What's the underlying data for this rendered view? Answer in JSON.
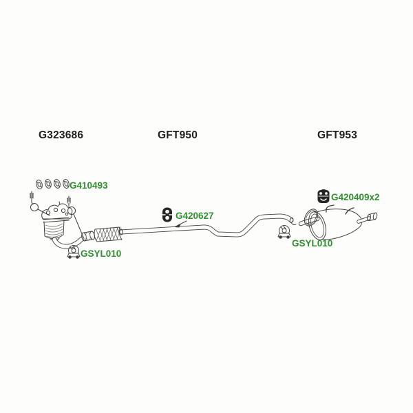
{
  "background": "#fdfdfc",
  "colors": {
    "header_text": "#1f1f1f",
    "label_green": "#2f8f2f",
    "line_art": "#3f3f3f"
  },
  "sections": [
    {
      "part_number": "G323686"
    },
    {
      "part_number": "GFT950"
    },
    {
      "part_number": "GFT953"
    }
  ],
  "fittings": [
    {
      "part_number": "G410493",
      "icon": "gasket-rings-icon"
    },
    {
      "part_number": "G420627",
      "icon": "rubber-hanger-icon"
    },
    {
      "part_number": "G420409x2",
      "icon": "rubber-mount-icon"
    },
    {
      "part_number": "GSYL010",
      "icon": "exhaust-mount-icon"
    },
    {
      "part_number": "GSYL010",
      "icon": "exhaust-mount-icon"
    }
  ]
}
